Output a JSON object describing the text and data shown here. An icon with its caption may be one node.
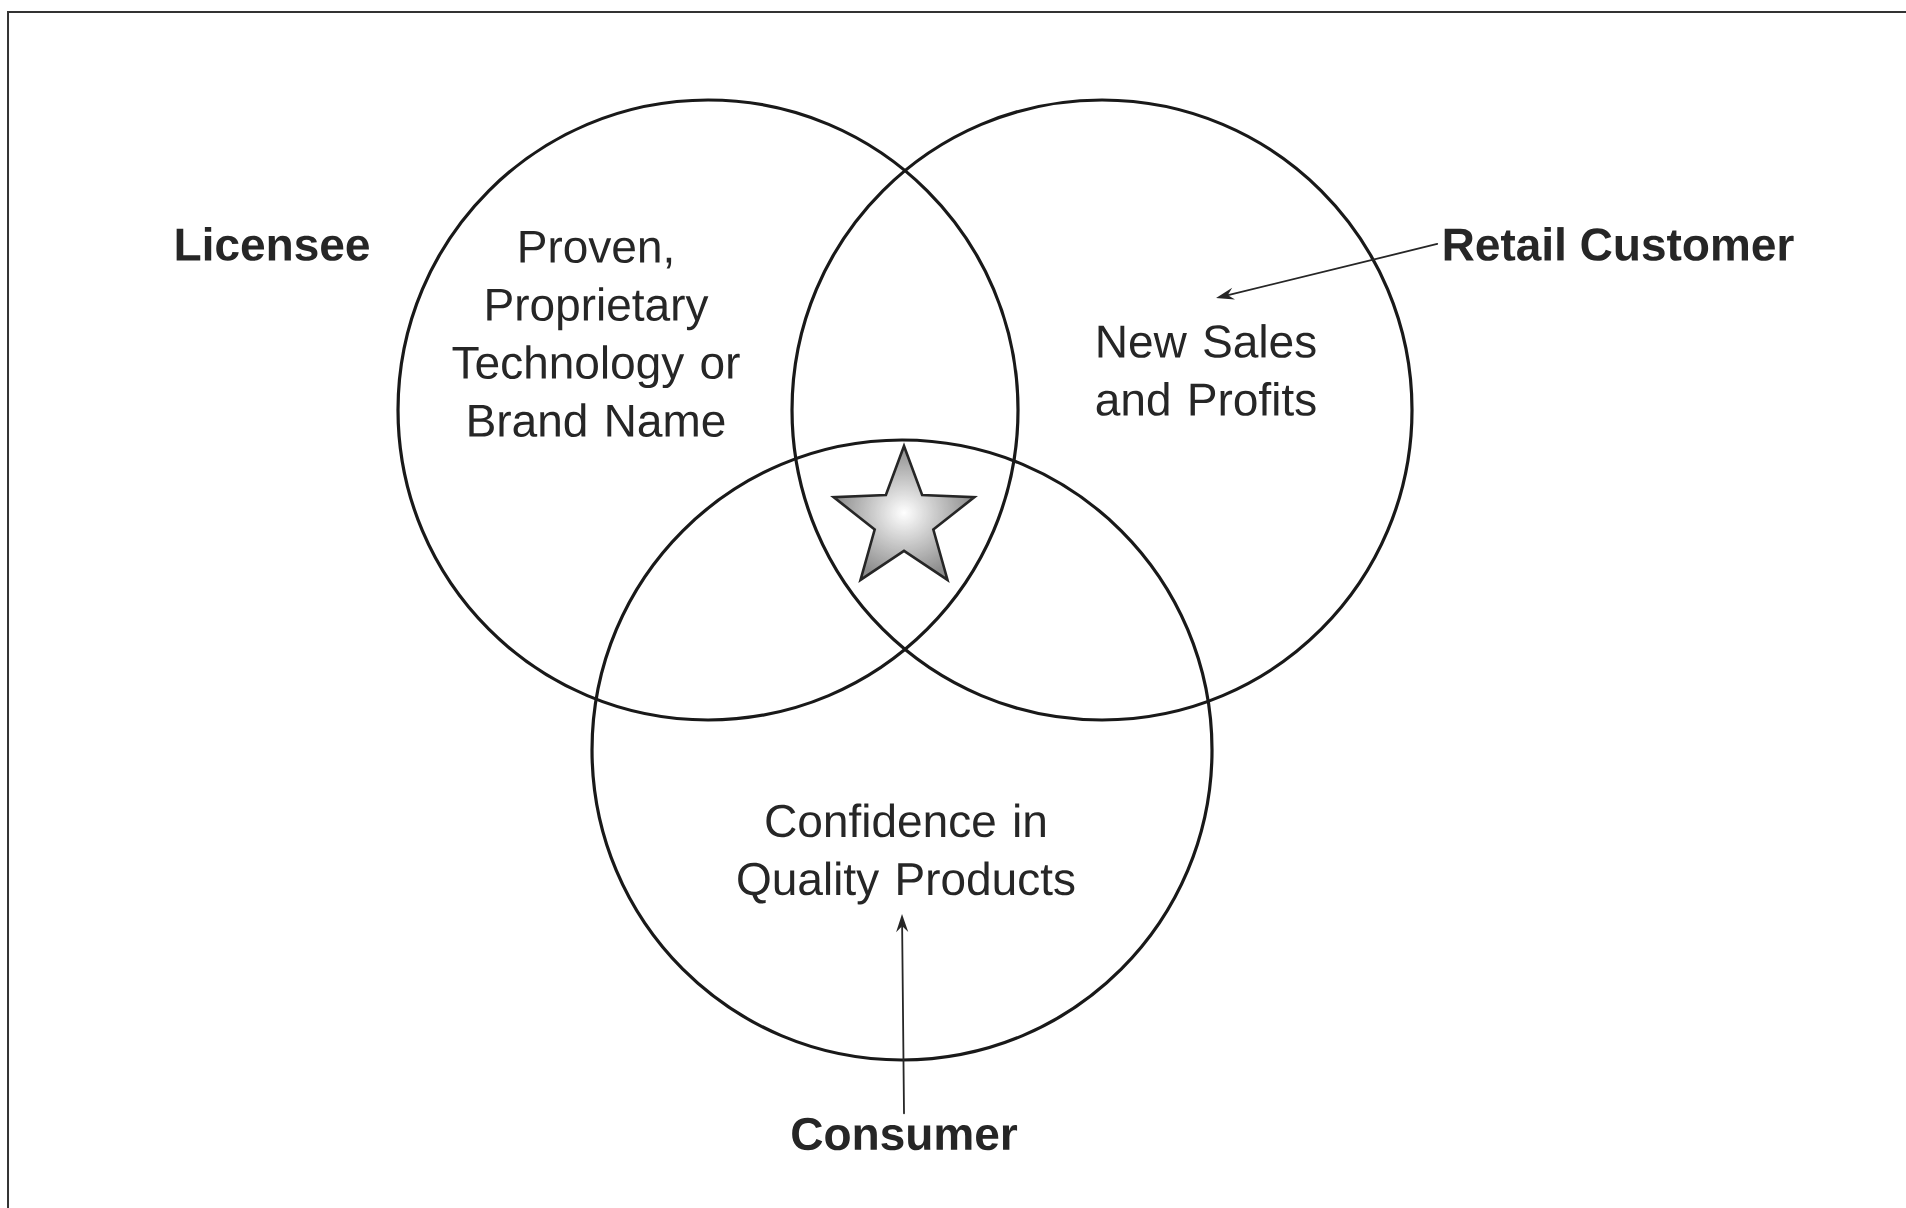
{
  "diagram": {
    "nodes": [
      {
        "text": [
          "Proven, Proprietary Technology or Brand Name"
        ],
        "beside": [
          "Licensee"
        ]
      },
      {
        "text": [
          "New Sales and Profits"
        ]
      },
      {
        "text": [
          "Confidence in Quality Products"
        ]
      },
      {
        "text": [
          "Retail Customer"
        ]
      },
      {
        "text": [
          "Consumer"
        ]
      }
    ],
    "edges": [
      {
        "from": 3,
        "to": 1,
        "arrow": "to"
      },
      {
        "from": 4,
        "to": 2,
        "arrow": "to"
      }
    ]
  }
}
